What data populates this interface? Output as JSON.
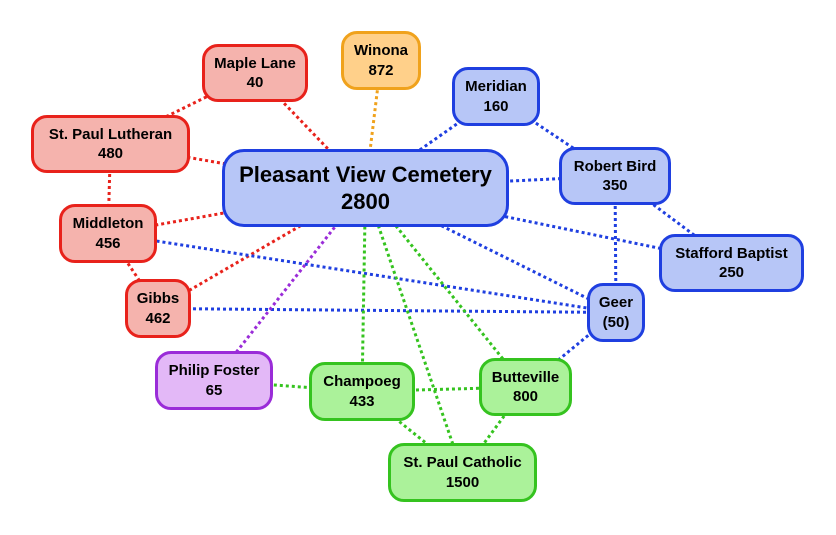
{
  "colors": {
    "red": "#e8221b",
    "orange": "#f0a21c",
    "blue": "#1f3fe0",
    "purple": "#9a2cd8",
    "green": "#35c31f"
  },
  "nodes": {
    "winona": {
      "name": "Winona",
      "value": "872",
      "group": "orange"
    },
    "maple_lane": {
      "name": "Maple Lane",
      "value": "40",
      "group": "red"
    },
    "st_paul_lutheran": {
      "name": "St. Paul Lutheran",
      "value": "480",
      "group": "red"
    },
    "middleton": {
      "name": "Middleton",
      "value": "456",
      "group": "red"
    },
    "gibbs": {
      "name": "Gibbs",
      "value": "462",
      "group": "red"
    },
    "pleasant_view": {
      "name": "Pleasant View Cemetery",
      "value": "2800",
      "group": "blue"
    },
    "meridian": {
      "name": "Meridian",
      "value": "160",
      "group": "blue"
    },
    "robert_bird": {
      "name": "Robert Bird",
      "value": "350",
      "group": "blue"
    },
    "stafford_baptist": {
      "name": "Stafford Baptist",
      "value": "250",
      "group": "blue"
    },
    "geer": {
      "name": "Geer",
      "value": "(50)",
      "group": "blue"
    },
    "philip_foster": {
      "name": "Philip Foster",
      "value": "65",
      "group": "purple"
    },
    "champoeg": {
      "name": "Champoeg",
      "value": "433",
      "group": "green"
    },
    "butteville": {
      "name": "Butteville",
      "value": "800",
      "group": "green"
    },
    "st_paul_catholic": {
      "name": "St. Paul Catholic",
      "value": "1500",
      "group": "green"
    }
  },
  "edges": [
    {
      "from": "maple_lane",
      "to": "st_paul_lutheran",
      "color": "red"
    },
    {
      "from": "maple_lane",
      "to": "pleasant_view",
      "color": "red"
    },
    {
      "from": "st_paul_lutheran",
      "to": "pleasant_view",
      "color": "red"
    },
    {
      "from": "st_paul_lutheran",
      "to": "middleton",
      "color": "red"
    },
    {
      "from": "middleton",
      "to": "pleasant_view",
      "color": "red"
    },
    {
      "from": "middleton",
      "to": "gibbs",
      "color": "red"
    },
    {
      "from": "gibbs",
      "to": "pleasant_view",
      "color": "red"
    },
    {
      "from": "winona",
      "to": "pleasant_view",
      "color": "orange"
    },
    {
      "from": "meridian",
      "to": "pleasant_view",
      "color": "blue"
    },
    {
      "from": "meridian",
      "to": "robert_bird",
      "color": "blue"
    },
    {
      "from": "robert_bird",
      "to": "pleasant_view",
      "color": "blue"
    },
    {
      "from": "robert_bird",
      "to": "stafford_baptist",
      "color": "blue"
    },
    {
      "from": "robert_bird",
      "to": "geer",
      "color": "blue"
    },
    {
      "from": "stafford_baptist",
      "to": "pleasant_view",
      "color": "blue"
    },
    {
      "from": "geer",
      "to": "pleasant_view",
      "color": "blue"
    },
    {
      "from": "geer",
      "to": "middleton",
      "color": "blue"
    },
    {
      "from": "geer",
      "to": "gibbs",
      "color": "blue"
    },
    {
      "from": "geer",
      "to": "butteville",
      "color": "blue"
    },
    {
      "from": "philip_foster",
      "to": "pleasant_view",
      "color": "purple"
    },
    {
      "from": "philip_foster",
      "to": "champoeg",
      "color": "green"
    },
    {
      "from": "champoeg",
      "to": "pleasant_view",
      "color": "green"
    },
    {
      "from": "champoeg",
      "to": "butteville",
      "color": "green"
    },
    {
      "from": "champoeg",
      "to": "st_paul_catholic",
      "color": "green"
    },
    {
      "from": "butteville",
      "to": "pleasant_view",
      "color": "green"
    },
    {
      "from": "butteville",
      "to": "st_paul_catholic",
      "color": "green"
    },
    {
      "from": "st_paul_catholic",
      "to": "pleasant_view",
      "color": "green"
    }
  ]
}
